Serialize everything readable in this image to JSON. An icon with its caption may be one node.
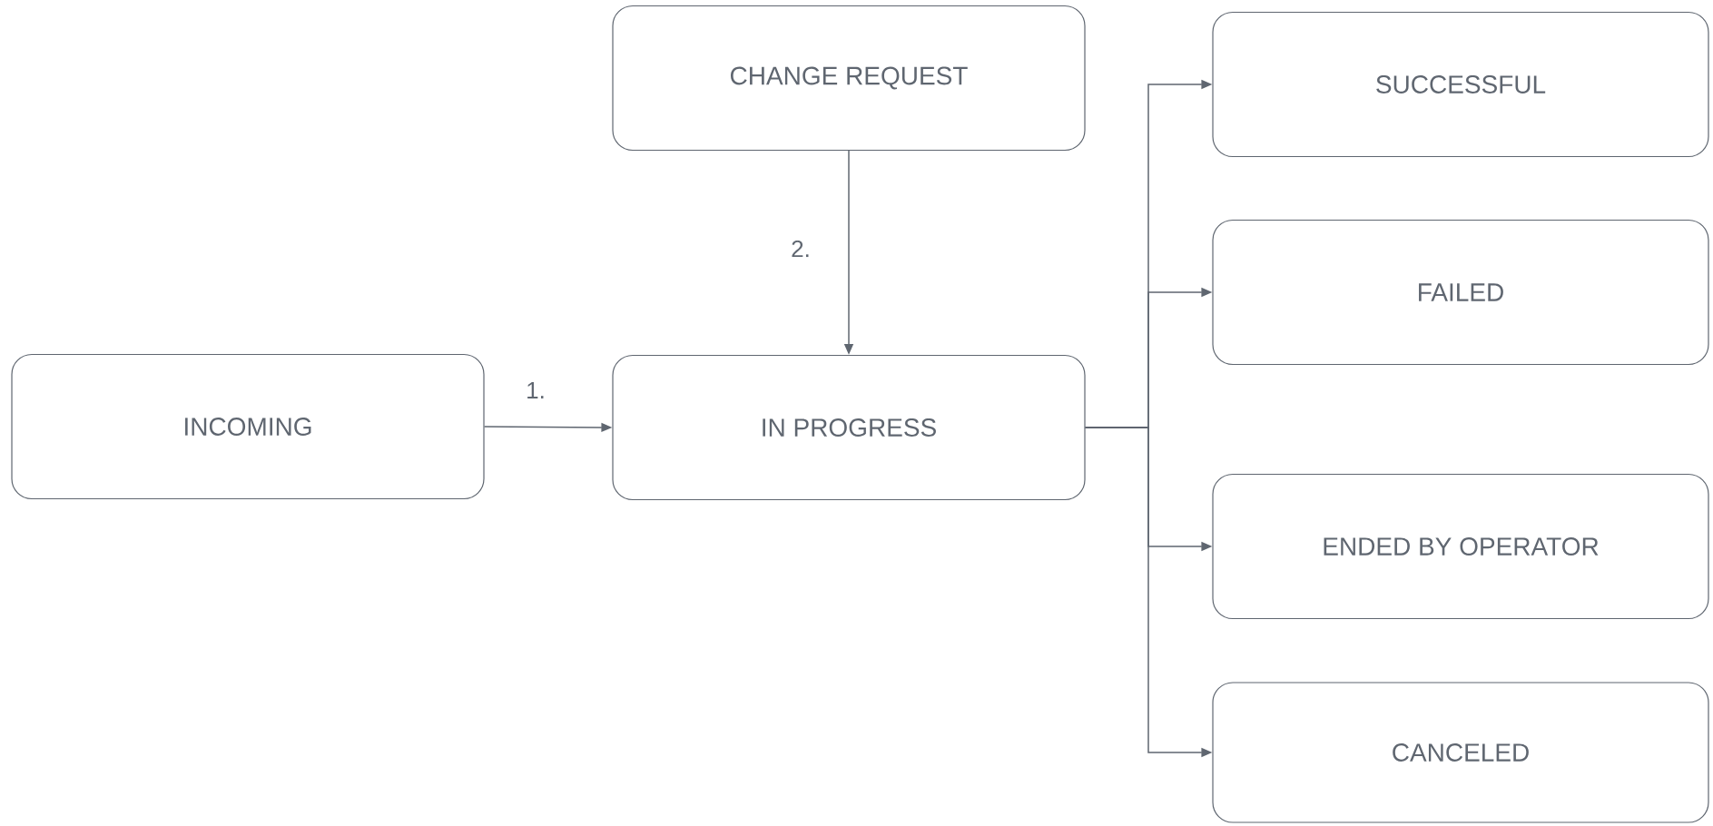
{
  "diagram": {
    "nodes": [
      {
        "text": [
          "CHANGE REQUEST"
        ]
      },
      {
        "text": [
          "INCOMING"
        ]
      },
      {
        "text": [
          "IN PROGRESS"
        ]
      },
      {
        "text": [
          "SUCCESSFUL"
        ]
      },
      {
        "text": [
          "FAILED"
        ]
      },
      {
        "text": [
          "ENDED BY OPERATOR"
        ]
      },
      {
        "text": [
          "CANCELED"
        ]
      }
    ],
    "edges": [
      {
        "from": 1,
        "to": 2,
        "arrow": "to",
        "label": "1."
      },
      {
        "from": 0,
        "to": 2,
        "arrow": "to",
        "label": "2."
      },
      {
        "from": 2,
        "to": 3,
        "arrow": "to"
      },
      {
        "from": 2,
        "to": 4,
        "arrow": "to"
      },
      {
        "from": 2,
        "to": 5,
        "arrow": "to"
      },
      {
        "from": 2,
        "to": 6,
        "arrow": "to"
      }
    ]
  }
}
